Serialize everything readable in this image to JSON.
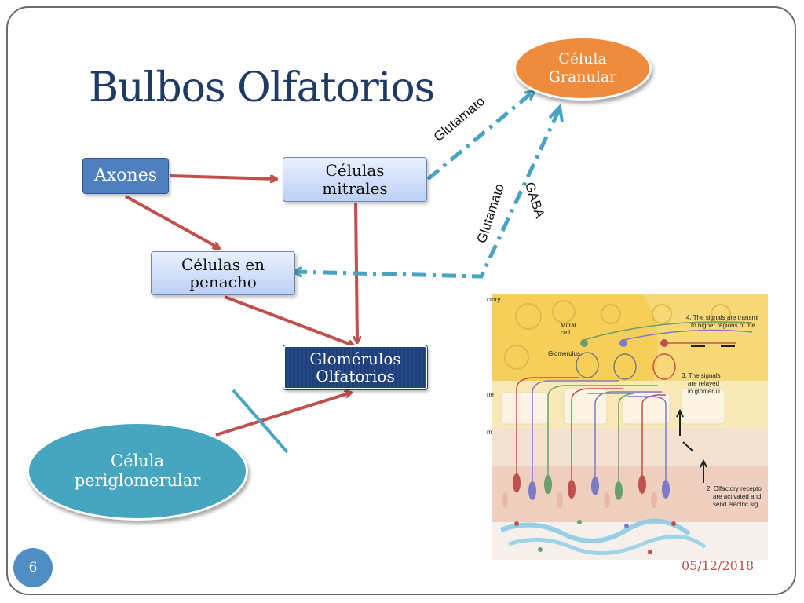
{
  "slide": {
    "title": "Bulbos Olfatorios",
    "number": "6",
    "date": "05/12/2018"
  },
  "nodes": {
    "axones": "Axones",
    "mitrales_l1": "Células",
    "mitrales_l2": "mitrales",
    "penacho_l1": "Células en",
    "penacho_l2": "penacho",
    "glomerulos_l1": "Glomérulos",
    "glomerulos_l2": "Olfatorios",
    "granular_l1": "Célula",
    "granular_l2": "Granular",
    "periglomerular_l1": "Célula",
    "periglomerular_l2": "periglomerular"
  },
  "edge_labels": {
    "glutamato_up": "Glutamato",
    "glutamato_down": "Glutamato",
    "gaba": "GABA"
  },
  "illustration": {
    "label_top_left": "ctory",
    "label_mitral_l1": "Mitral",
    "label_mitral_l2": "cell",
    "label_glomerulus": "Glomerulus",
    "label_e": "ne",
    "label_m": "m",
    "step4_l1": "4. The signals are transmi",
    "step4_l2": "to higher regions of the",
    "step3_l1": "3. The signals",
    "step3_l2": "are relayed",
    "step3_l3": "in glomeruli",
    "step2_l1": "2. Olfactory recepto",
    "step2_l2": "are activated and",
    "step2_l3": "send electric sig"
  },
  "colors": {
    "title": "#1f3b63",
    "arrow_solid": "#c0504d",
    "arrow_dashed": "#4aa3c2",
    "granular": "#ef8b3d",
    "periglomerular": "#46a6bf",
    "glomerulos": "#1f3f78",
    "date": "#c0504d"
  }
}
